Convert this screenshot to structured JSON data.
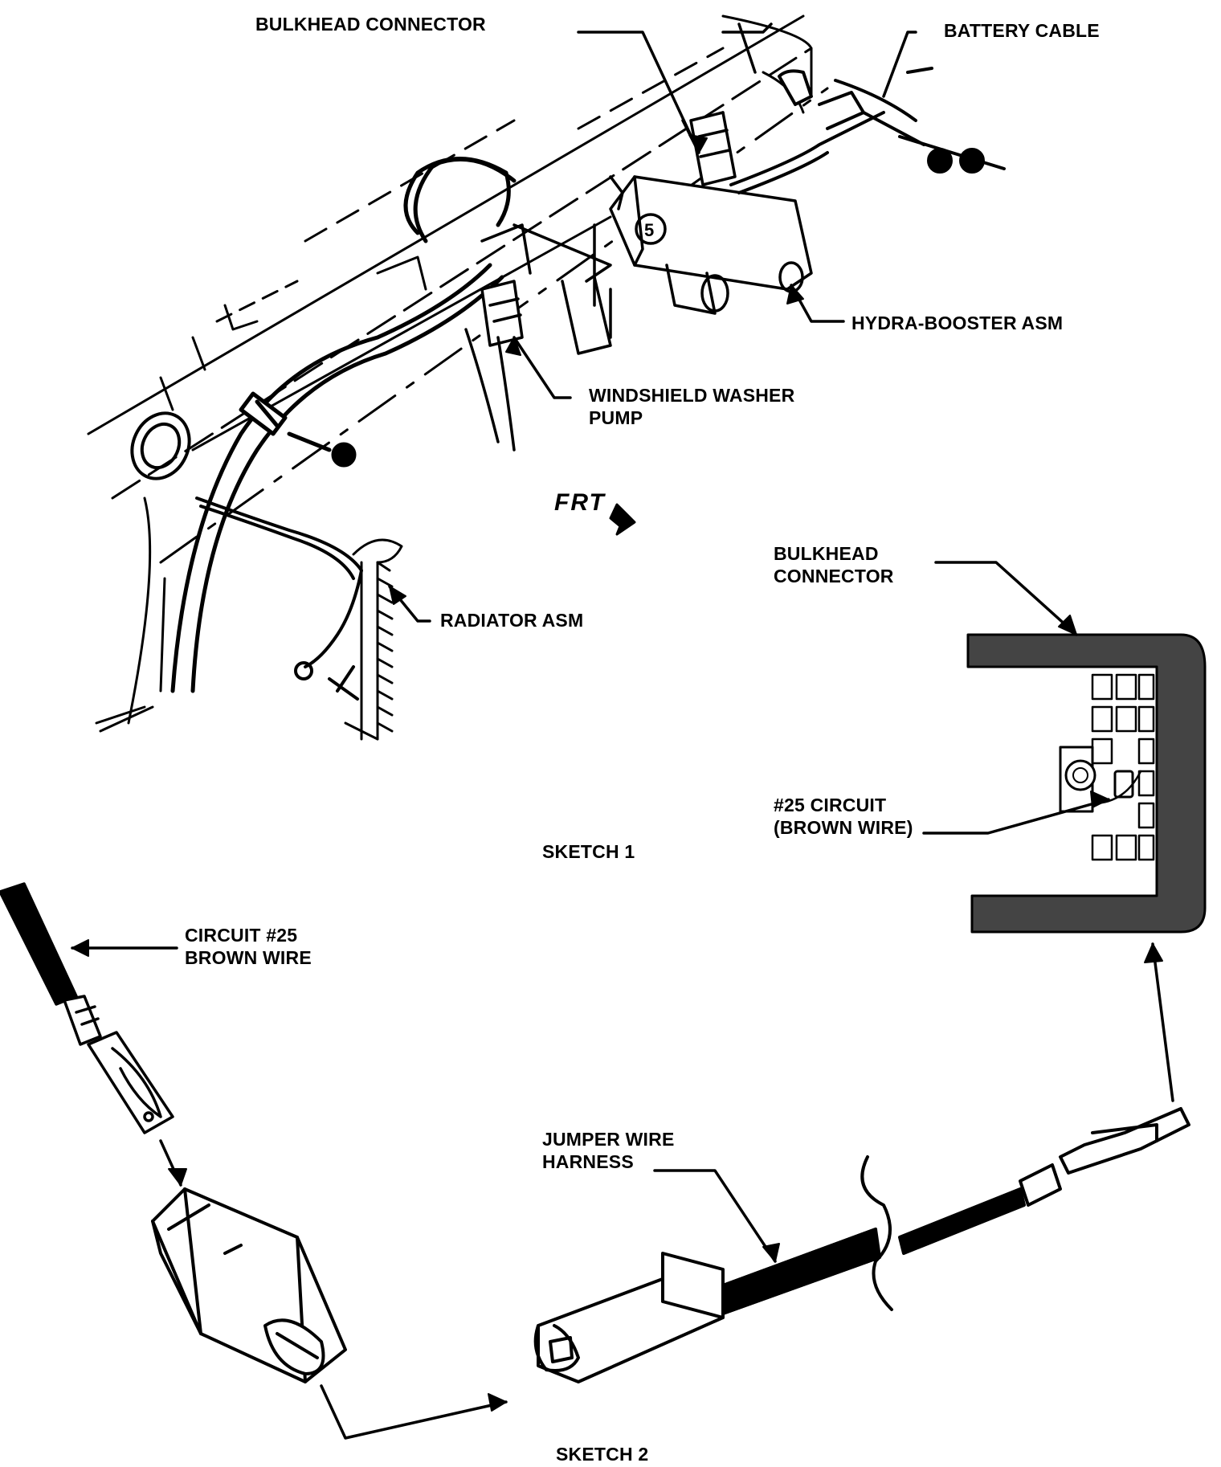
{
  "labels": {
    "bulkhead_top": "BULKHEAD CONNECTOR",
    "battery_cable": "BATTERY CABLE",
    "hydra_booster": "HYDRA-BOOSTER ASM",
    "washer_pump": [
      "WINDSHIELD WASHER",
      "PUMP"
    ],
    "frt": "FRT",
    "bulkhead_right": [
      "BULKHEAD",
      "CONNECTOR"
    ],
    "radiator": "RADIATOR ASM",
    "circuit25_right": [
      "#25 CIRCUIT",
      "(BROWN WIRE)"
    ],
    "sketch1": "SKETCH 1",
    "circuit25_left": [
      "CIRCUIT #25",
      "BROWN WIRE"
    ],
    "jumper": [
      "JUMPER WIRE",
      "HARNESS"
    ],
    "sketch2": "SKETCH 2"
  },
  "colors": {
    "ink": "#000000",
    "paper": "#ffffff",
    "shade": "#444444"
  }
}
